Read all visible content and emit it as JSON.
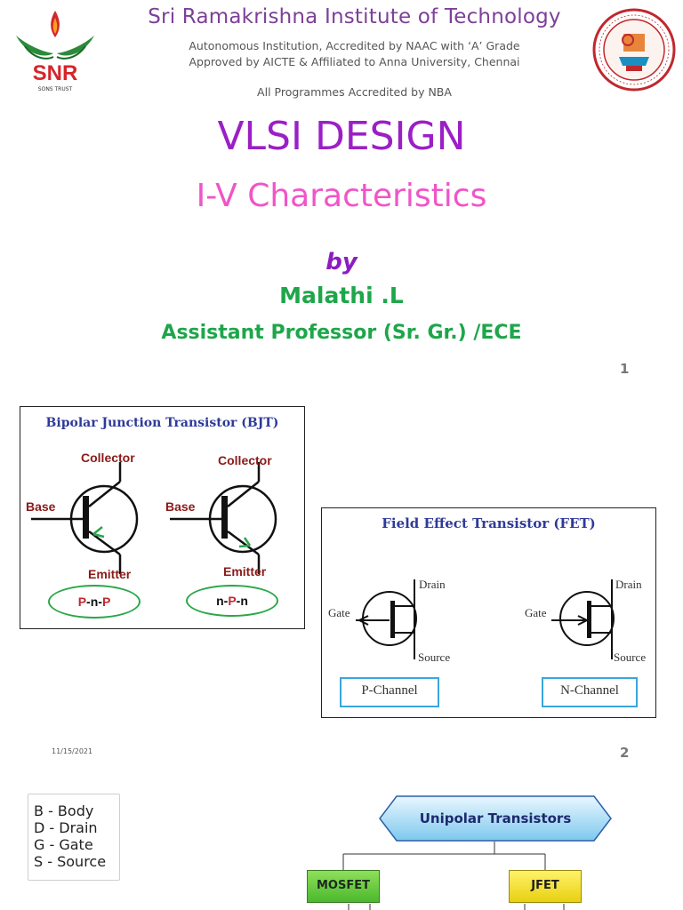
{
  "header": {
    "logo_left_text": "SNR",
    "logo_left_subtext": "SONS TRUST",
    "institute_name": "Sri Ramakrishna Institute of Technology",
    "line1": "Autonomous Institution, Accredited by NAAC with ‘A’ Grade",
    "line2": "Approved by AICTE & Affiliated to Anna University, Chennai",
    "line3": "All Programmes Accredited by NBA"
  },
  "slide1": {
    "title": "VLSI DESIGN",
    "subtitle": "I-V Characteristics",
    "by": "by",
    "author": "Malathi .L",
    "designation": "Assistant Professor (Sr. Gr.) /ECE",
    "page_number": "1"
  },
  "slide2": {
    "bjt": {
      "title": "Bipolar Junction Transistor (BJT)",
      "collector_label": "Collector",
      "base_label": "Base",
      "emitter_label": "Emitter",
      "pnp_label": {
        "p1": "P",
        "dash1": "-",
        "n": "n",
        "dash2": "-",
        "p2": "P"
      },
      "npn_label": {
        "n1": "n",
        "dash1": "-",
        "p": "P",
        "dash2": "-",
        "n2": "n"
      }
    },
    "fet": {
      "title": "Field Effect Transistor (FET)",
      "gate_label": "Gate",
      "drain_label": "Drain",
      "source_label": "Source",
      "p_channel": "P-Channel",
      "n_channel": "N-Channel"
    },
    "date": "11/15/2021",
    "page_number": "2"
  },
  "slide3": {
    "legend": [
      "B - Body",
      "D - Drain",
      "G - Gate",
      "S - Source"
    ],
    "banner": "Unipolar Transistors",
    "mosfet": "MOSFET",
    "jfet": "JFET"
  },
  "colors": {
    "institute_purple": "#7d3f98",
    "title_purple": "#9b1fc6",
    "subtitle_pink": "#f055c8",
    "author_green": "#1ea64a",
    "diagram_title_blue": "#2e3a9a",
    "label_red": "#8b1a1a"
  }
}
